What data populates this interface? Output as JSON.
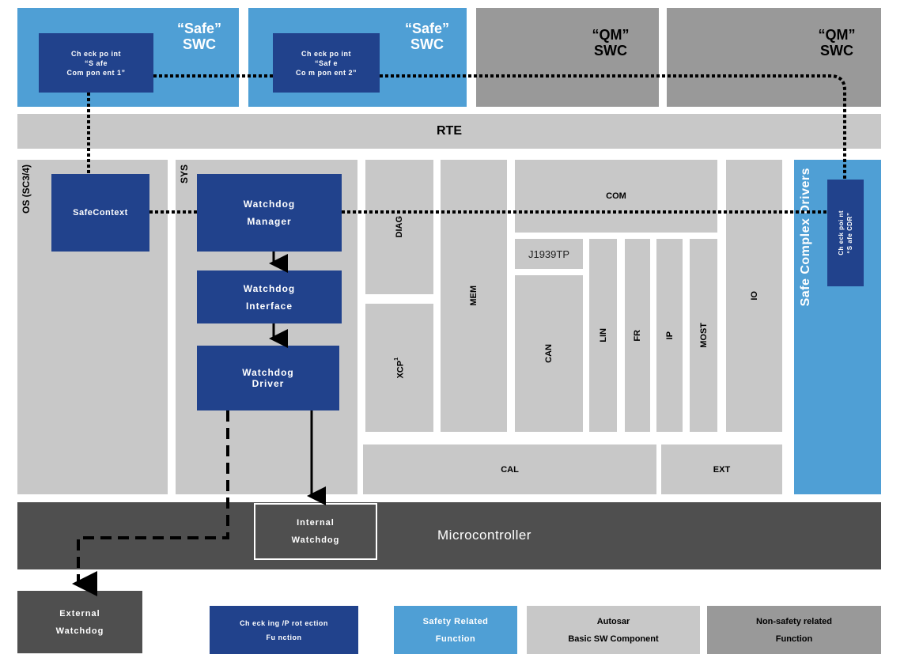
{
  "swc": {
    "safe1_title_l1": "“Safe”",
    "safe1_title_l2": "SWC",
    "safe2_title_l1": "“Safe”",
    "safe2_title_l2": "SWC",
    "qm1_title_l1": "“QM”",
    "qm1_title_l2": "SWC",
    "qm2_title_l1": "“QM”",
    "qm2_title_l2": "SWC",
    "checkpoint1_l1": "Ch eck po int",
    "checkpoint1_l2": "“S afe",
    "checkpoint1_l3": "Com pon ent 1”",
    "checkpoint2_l1": "Ch eck po int",
    "checkpoint2_l2": "“Saf e",
    "checkpoint2_l3": "Co m pon ent 2”"
  },
  "rte": "RTE",
  "os": {
    "label": "OS (SC3/4)",
    "safecontext": "SafeContext"
  },
  "sys": {
    "label": "SYS",
    "wd_manager_l1": "Watchdog",
    "wd_manager_l2": "Manager",
    "wd_interface_l1": "Watchdog",
    "wd_interface_l2": "Interface",
    "wd_driver_l1": "Watchdog",
    "wd_driver_l2": "Driver"
  },
  "bsw": {
    "diag": "DIAG",
    "xcp": "XCP",
    "xcp_sup": "1",
    "mem": "MEM",
    "com": "COM",
    "j1939tp": "J1939TP",
    "can": "CAN",
    "lin": "LIN",
    "fr": "FR",
    "ip": "IP",
    "most": "MOST",
    "io": "IO",
    "cal": "CAL",
    "ext": "EXT"
  },
  "cdd": {
    "label": "Safe Complex Drivers",
    "checkpoint_l1": "Ch eck poi nt",
    "checkpoint_l2": "“S afe CDR”"
  },
  "mcu": {
    "label": "Microcontroller",
    "internal_wd_l1": "Internal",
    "internal_wd_l2": "Watchdog"
  },
  "external_wd": {
    "l1": "External",
    "l2": "Watchdog"
  },
  "legend": [
    {
      "l1": "Ch eck ing /P rot ection",
      "l2": "Fu nction",
      "color": "#21428c"
    },
    {
      "l1": "Safety Related",
      "l2": "Function",
      "color": "#4f9fd5"
    },
    {
      "l1": "Autosar",
      "l2": "Basic SW Component",
      "color": "#c8c8c8"
    },
    {
      "l1": "Non-safety related",
      "l2": "Function",
      "color": "#999999"
    }
  ]
}
